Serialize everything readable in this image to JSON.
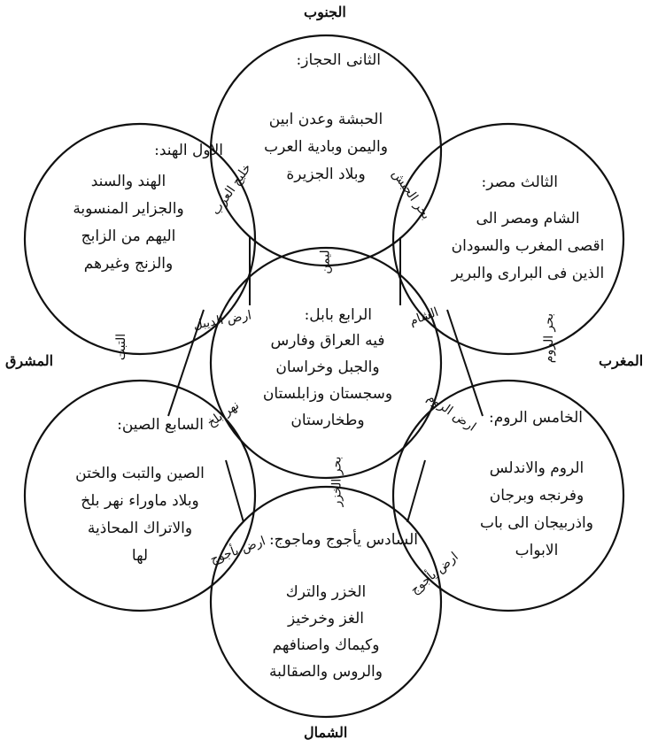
{
  "directions": {
    "south": "الجنوب",
    "north": "الشمال",
    "east": "المشرق",
    "west": "المغرب"
  },
  "regions": [
    {
      "id": "second",
      "heading": "الثانى الحجاز:",
      "lines": [
        "الحبشة وعدن ابين",
        "واليمن وبادية العرب",
        "وبلاد الجزيرة"
      ]
    },
    {
      "id": "first",
      "heading": "الاول الهند:",
      "lines": [
        "الهند والسند",
        "والجزاير المنسوبة",
        "اليهم من الزابج",
        "والزنج وغيرهم"
      ]
    },
    {
      "id": "third",
      "heading": "الثالث مصر:",
      "lines": [
        "الشام ومصر الى",
        "اقصى المغرب والسودان",
        "الذين فى البرارى والبرير"
      ]
    },
    {
      "id": "fourth",
      "heading": "الرابع بابل:",
      "lines": [
        "فيه العراق وفارس",
        "والجبل وخراسان",
        "وسجستان وزابلستان",
        "وطخارستان"
      ]
    },
    {
      "id": "seventh",
      "heading": "السابع الصين:",
      "lines": [
        "الصين والتبت والختن",
        "وبلاد ماوراء نهر بلخ",
        "والاتراك المحاذية",
        "لها"
      ]
    },
    {
      "id": "fifth",
      "heading": "الخامس الروم:",
      "lines": [
        "الروم والاندلس",
        "وفرنجه وبرجان",
        "واذربيجان الى باب",
        "الابواب"
      ]
    },
    {
      "id": "sixth",
      "heading": "السادس يأجوج وماجوج:",
      "lines": [
        "الخزر والترك",
        "الغز وخرخيز",
        "وكيماك واصنافهم",
        "والروس والصقالبة"
      ]
    }
  ],
  "connectors": {
    "khalij_arab": "خليج العرب",
    "bahr_habash": "بحر الحبش",
    "yaman": "اليمن",
    "arḍ_daybul": "ارض الديبل",
    "sham": "الشام",
    "bahr_rum": "بحر الروم",
    "arḍ_rum": "ارض الروم",
    "nahr_balkh": "نهر بلخ",
    "tibet": "التبت",
    "arḍ_yajuj_w": "ارض يأجوج",
    "arḍ_yajuj_e": "ارض يأجوج",
    "khazar": "بحر الخزر"
  }
}
